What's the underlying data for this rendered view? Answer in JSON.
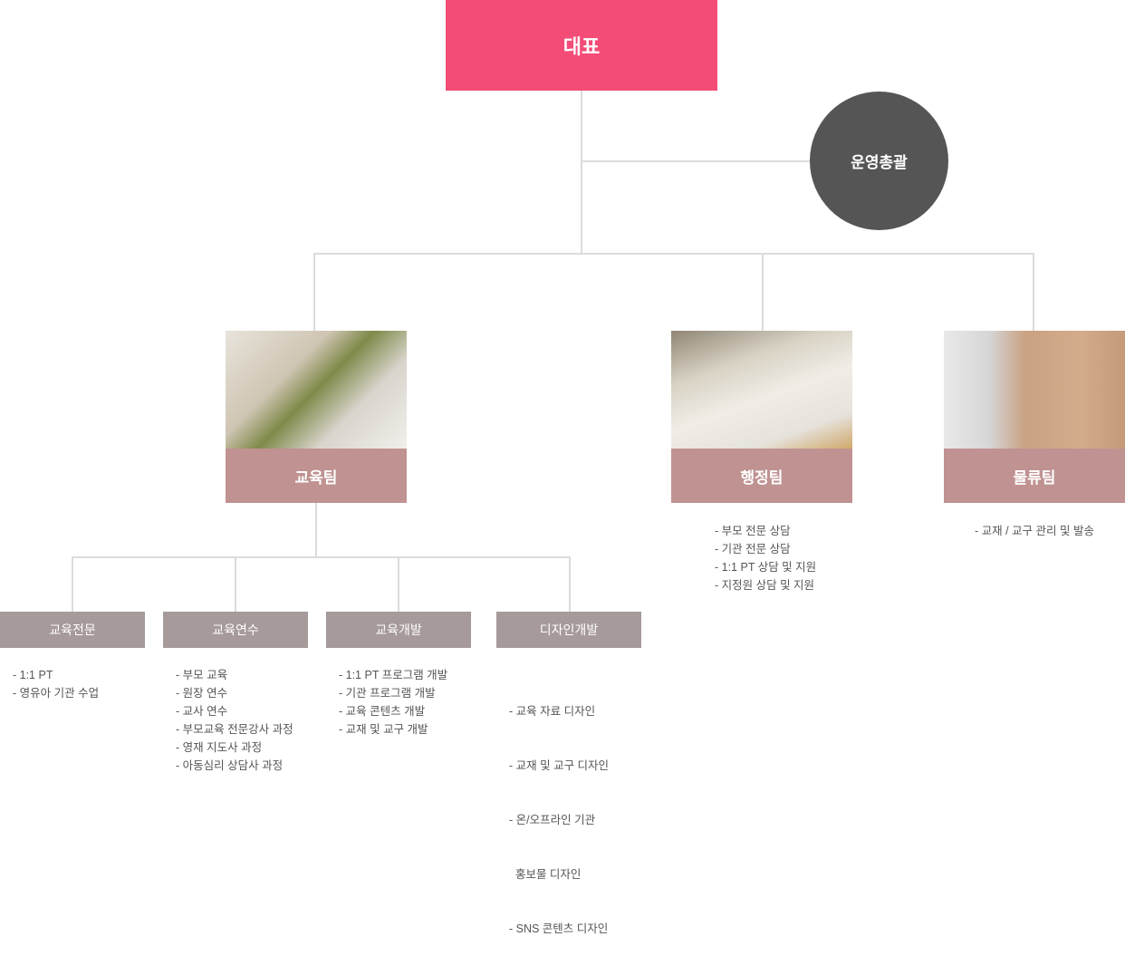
{
  "ceo": "대표",
  "operations": "운영총괄",
  "teams": [
    {
      "name": "교육팀",
      "photo": "students-with-tablet-photo"
    },
    {
      "name": "행정팀",
      "photo": "typing-keyboard-photo",
      "duties": [
        "- 부모 전문 상담",
        "- 기관 전문 상담",
        "- 1:1 PT 상담 및 지원",
        "- 지정원 상담 및 지원"
      ]
    },
    {
      "name": "물류팀",
      "photo": "boxes-delivery-photo",
      "duties": [
        "- 교재 / 교구 관리 및 발송"
      ]
    }
  ],
  "subteams": [
    {
      "name": "교육전문",
      "duties": [
        "- 1:1 PT",
        "- 영유아 기관 수업"
      ]
    },
    {
      "name": "교육연수",
      "duties": [
        "- 부모 교육",
        "- 원장 연수",
        "- 교사 연수",
        "- 부모교육 전문강사 과정",
        "- 영재 지도사 과정",
        "- 아동심리 상담사 과정"
      ]
    },
    {
      "name": "교육개발",
      "duties": [
        "- 1:1 PT 프로그램 개발",
        "- 기관 프로그램 개발",
        "- 교육 콘텐츠 개발",
        "- 교재 및 교구 개발"
      ]
    },
    {
      "name": "디자인개발",
      "duties": [
        "- 교육 자료 디자인",
        "- 교재 및 교구 디자인",
        "- 온/오프라인 기관",
        "  홍보물 디자인",
        "- SNS 콘텐츠 디자인"
      ]
    }
  ]
}
